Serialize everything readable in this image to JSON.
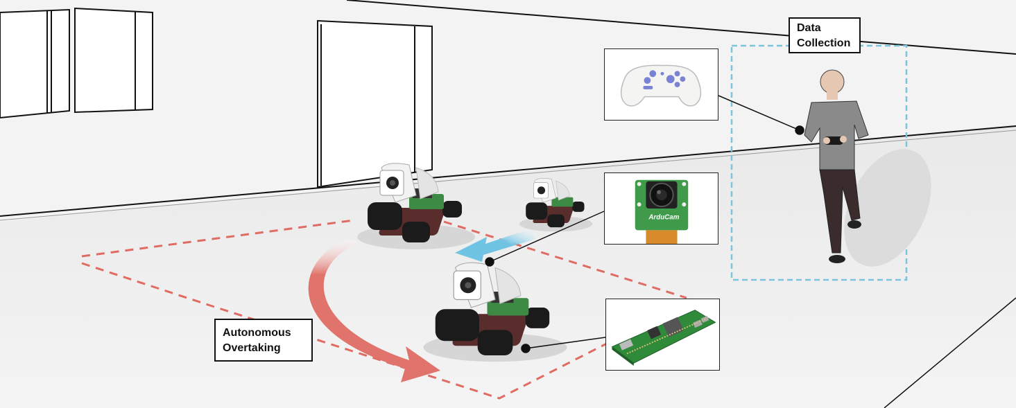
{
  "labels": {
    "data_collection": [
      "Data",
      "Collection"
    ],
    "autonomous_overtaking": [
      "Autonomous",
      "Overtaking"
    ]
  },
  "insets": {
    "gamepad": "game-controller",
    "camera": "camera-module",
    "camera_board_text": "ArduCam",
    "compute": "single-board-computer"
  },
  "colors": {
    "track_dashes": "#e06b63",
    "overtake_arrow": "#e0736b",
    "motion_arrow": "#6fc3e3",
    "data_box": "#7cc4dc",
    "gamepad_buttons": "#7a82d6",
    "camera_board": "#3f9a4a",
    "compute_board": "#2f8a3a"
  }
}
